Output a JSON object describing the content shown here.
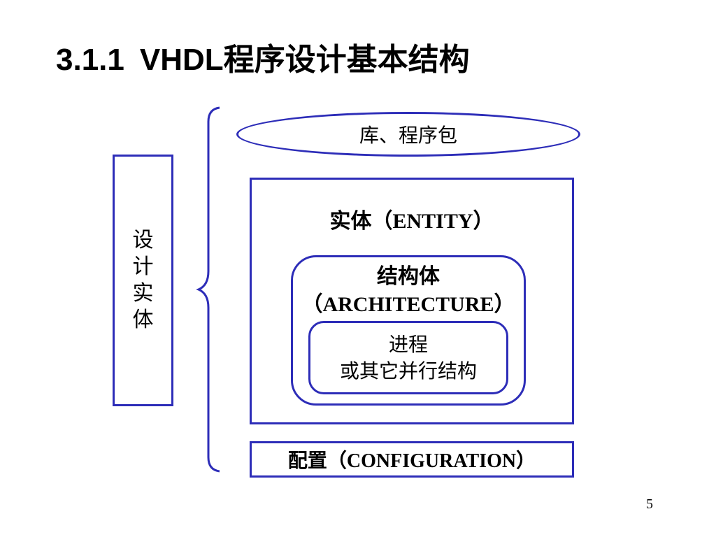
{
  "slide": {
    "title_number": "3.1.1",
    "title_text": "VHDL程序设计基本结构",
    "page_number": "5"
  },
  "diagram": {
    "design_entity": "设计实体",
    "library_package": "库、程序包",
    "entity": "实体（ENTITY）",
    "architecture_line1": "结构体",
    "architecture_line2": "（ARCHITECTURE）",
    "process_line1": "进程",
    "process_line2": "或其它并行结构",
    "configuration": "配置（CONFIGURATION）",
    "colors": {
      "border": "#2d2db8",
      "background": "#ffffff",
      "text": "#000000"
    }
  }
}
